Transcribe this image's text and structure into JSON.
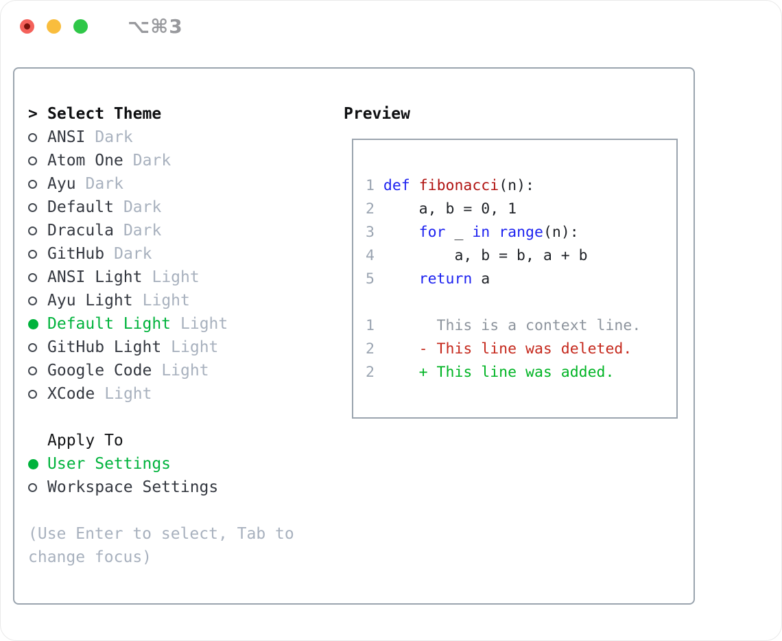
{
  "titlebar": {
    "shortcut": "⌥⌘3"
  },
  "colors": {
    "accent_green": "#00b33c",
    "panel_border": "#9aa4ae",
    "muted_gray": "#a8b1be",
    "keyword_blue": "#1d22f0",
    "function_red": "#b01311",
    "diff_deleted_red": "#c5281c",
    "diff_added_green": "#00b424",
    "traffic_red": "#f4615a",
    "traffic_yellow": "#f9bd3d",
    "traffic_green": "#2fc748"
  },
  "theme_picker": {
    "prompt": ">",
    "heading": "Select Theme",
    "items": [
      {
        "name": "ANSI",
        "variant": "Dark",
        "selected": false
      },
      {
        "name": "Atom One",
        "variant": "Dark",
        "selected": false
      },
      {
        "name": "Ayu",
        "variant": "Dark",
        "selected": false
      },
      {
        "name": "Default",
        "variant": "Dark",
        "selected": false
      },
      {
        "name": "Dracula",
        "variant": "Dark",
        "selected": false
      },
      {
        "name": "GitHub",
        "variant": "Dark",
        "selected": false
      },
      {
        "name": "ANSI Light",
        "variant": "Light",
        "selected": false
      },
      {
        "name": "Ayu Light",
        "variant": "Light",
        "selected": false
      },
      {
        "name": "Default Light",
        "variant": "Light",
        "selected": true
      },
      {
        "name": "GitHub Light",
        "variant": "Light",
        "selected": false
      },
      {
        "name": "Google Code",
        "variant": "Light",
        "selected": false
      },
      {
        "name": "XCode",
        "variant": "Light",
        "selected": false
      }
    ]
  },
  "apply_to": {
    "heading": "Apply To",
    "options": [
      {
        "label": "User Settings",
        "selected": true
      },
      {
        "label": "Workspace Settings",
        "selected": false
      }
    ]
  },
  "hint": {
    "lines": [
      "(Use Enter to select, Tab to",
      "change focus)"
    ]
  },
  "preview": {
    "heading": "Preview",
    "lines": [
      {
        "segs": [
          {
            "s": "ln",
            "t": "1 "
          },
          {
            "s": "kw",
            "t": "def"
          },
          {
            "s": "pl",
            "t": " "
          },
          {
            "s": "fn",
            "t": "fibonacci"
          },
          {
            "s": "pl",
            "t": "(n):"
          }
        ]
      },
      {
        "segs": [
          {
            "s": "ln",
            "t": "2 "
          },
          {
            "s": "pl",
            "t": "    a, b = 0, 1"
          }
        ]
      },
      {
        "segs": [
          {
            "s": "ln",
            "t": "3 "
          },
          {
            "s": "pl",
            "t": "    "
          },
          {
            "s": "kw",
            "t": "for"
          },
          {
            "s": "pl",
            "t": " _ "
          },
          {
            "s": "kw",
            "t": "in"
          },
          {
            "s": "pl",
            "t": " "
          },
          {
            "s": "kw",
            "t": "range"
          },
          {
            "s": "pl",
            "t": "(n):"
          }
        ]
      },
      {
        "segs": [
          {
            "s": "ln",
            "t": "4 "
          },
          {
            "s": "pl",
            "t": "        a, b = b, a + b"
          }
        ]
      },
      {
        "segs": [
          {
            "s": "ln",
            "t": "5 "
          },
          {
            "s": "pl",
            "t": "    "
          },
          {
            "s": "kw",
            "t": "return"
          },
          {
            "s": "pl",
            "t": " a"
          }
        ]
      },
      {
        "segs": [
          {
            "s": "pl",
            "t": ""
          }
        ]
      },
      {
        "segs": [
          {
            "s": "ln",
            "t": "1 "
          },
          {
            "s": "ctx",
            "t": "      This is a context line."
          }
        ]
      },
      {
        "segs": [
          {
            "s": "ln",
            "t": "2 "
          },
          {
            "s": "del",
            "t": "    - This line was deleted."
          }
        ]
      },
      {
        "segs": [
          {
            "s": "ln",
            "t": "2 "
          },
          {
            "s": "add",
            "t": "    + This line was added."
          }
        ]
      }
    ]
  }
}
